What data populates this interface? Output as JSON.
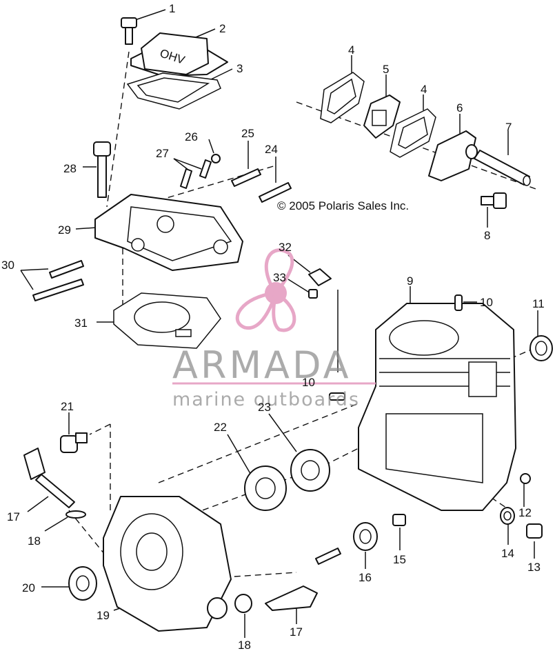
{
  "copyright": "© 2005 Polaris Sales Inc.",
  "valve_cover_text": "OHV",
  "watermark": {
    "brand": "ARMADA",
    "tagline": "marine outboards",
    "logo_color": "#e7a7c7",
    "text_color": "#8f8f8f"
  },
  "callouts": {
    "c1": "1",
    "c2": "2",
    "c3": "3",
    "c4a": "4",
    "c4b": "4",
    "c5": "5",
    "c6": "6",
    "c7": "7",
    "c8": "8",
    "c9": "9",
    "c10a": "10",
    "c10b": "10",
    "c11": "11",
    "c12": "12",
    "c13": "13",
    "c14": "14",
    "c15": "15",
    "c16": "16",
    "c17a": "17",
    "c17b": "17",
    "c18a": "18",
    "c18b": "18",
    "c19": "19",
    "c20": "20",
    "c21": "21",
    "c22": "22",
    "c23": "23",
    "c24": "24",
    "c25": "25",
    "c26": "26",
    "c27": "27",
    "c28": "28",
    "c29": "29",
    "c30": "30",
    "c31": "31",
    "c32": "32",
    "c33": "33"
  }
}
